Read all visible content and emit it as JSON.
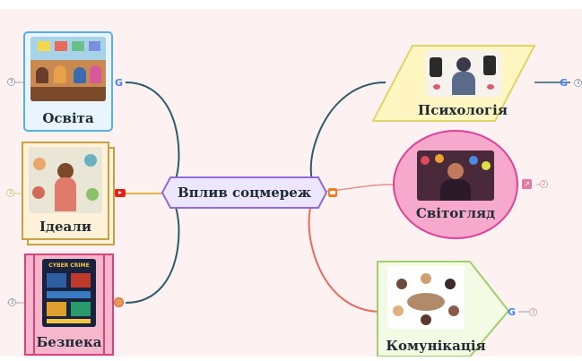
{
  "central": {
    "title": "Вплив соцмереж"
  },
  "topics": [
    {
      "label": "Освіта",
      "badge": "3"
    },
    {
      "label": "Ідеали",
      "badge": "3"
    },
    {
      "label": "Безпека",
      "badge": "3",
      "poster_text": "CYBER CRIME"
    },
    {
      "label": "Психологія",
      "badge": "3"
    },
    {
      "label": "Світогляд",
      "badge": "2"
    },
    {
      "label": "Комунікація",
      "badge": "3"
    }
  ],
  "icons": {
    "google": "google-icon",
    "youtube": "youtube-icon",
    "blogger": "blogger-icon",
    "link": "external-link-icon",
    "pin": "pin-icon"
  },
  "colors": {
    "background": "#fdf2f1",
    "central_border": "#8f6ad8",
    "central_fill": "#ede6ff",
    "osvita": "#5aaee0",
    "idealy": "#c9a043",
    "bezpeka": "#e0407a",
    "psykholohiia": "#e9e07a",
    "svitohliad": "#e0409a",
    "komunikatsiia": "#9fcf6a"
  }
}
